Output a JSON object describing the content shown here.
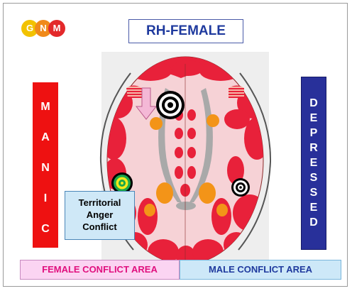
{
  "logo": {
    "letters": [
      "G",
      "N",
      "M"
    ],
    "colors": [
      "#f2c200",
      "#f08a1a",
      "#e3292b"
    ]
  },
  "title": "RH-FEMALE",
  "left_bar": {
    "letters": [
      "M",
      "A",
      "N",
      "I",
      "C"
    ],
    "color": "#ee1111"
  },
  "right_bar": {
    "letters": [
      "D",
      "E",
      "P",
      "R",
      "E",
      "S",
      "S",
      "E",
      "D"
    ],
    "color": "#28309a"
  },
  "callout": {
    "lines": [
      "Territorial",
      "Anger",
      "Conflict"
    ]
  },
  "bottom": {
    "female_label": "FEMALE CONFLICT AREA",
    "male_label": "MALE CONFLICT AREA"
  },
  "markers": [
    {
      "name": "target-marker-large",
      "icon": "bullseye-icon"
    },
    {
      "name": "target-marker-right",
      "icon": "bullseye-icon"
    },
    {
      "name": "target-marker-yellow-green",
      "icon": "bullseye-icon"
    },
    {
      "name": "arrow-marker",
      "icon": "down-arrow-icon"
    }
  ],
  "colors": {
    "brain_red": "#e8213a",
    "brain_light": "#f6d2d6",
    "relay_orange": "#f39418",
    "gray_structure": "#a9a9a9"
  }
}
